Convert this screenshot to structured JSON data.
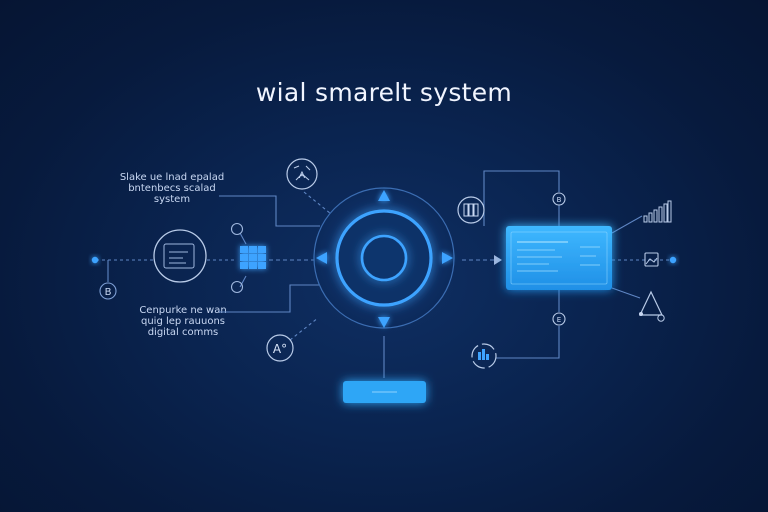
{
  "title": "wial smarelt system",
  "labels": {
    "top_left": "Slake ue lnad epalad bntenbecs scalad system",
    "bottom_left": "Cenpurke ne wan quig lep rauuons digital comms"
  },
  "icons": {
    "left_small": "B",
    "top_circle": "A",
    "lower_circle": "A°",
    "right_node_top": "B",
    "right_node_bottom": "E"
  },
  "colors": {
    "background": "#071a3d",
    "accent": "#3ea3ff",
    "glow": "#28b0ff",
    "line": "#5f86c4",
    "text": "#f1f5ff"
  }
}
